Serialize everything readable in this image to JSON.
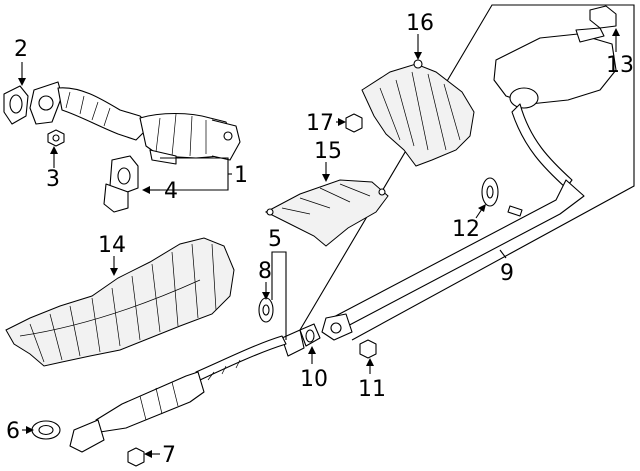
{
  "callouts": [
    {
      "id": "1",
      "label": "1",
      "part": "catalytic-converter-front"
    },
    {
      "id": "2",
      "label": "2",
      "part": "gasket-front"
    },
    {
      "id": "3",
      "label": "3",
      "part": "nut-front"
    },
    {
      "id": "4",
      "label": "4",
      "part": "bracket-hanger"
    },
    {
      "id": "5",
      "label": "5",
      "part": "clamp-joint"
    },
    {
      "id": "6",
      "label": "6",
      "part": "gasket-lower"
    },
    {
      "id": "7",
      "label": "7",
      "part": "nut-lower"
    },
    {
      "id": "8",
      "label": "8",
      "part": "rubber-hanger"
    },
    {
      "id": "9",
      "label": "9",
      "part": "muffler-tailpipe-assembly"
    },
    {
      "id": "10",
      "label": "10",
      "part": "gasket-center"
    },
    {
      "id": "11",
      "label": "11",
      "part": "nut-center"
    },
    {
      "id": "12",
      "label": "12",
      "part": "rubber-hanger-rear"
    },
    {
      "id": "13",
      "label": "13",
      "part": "muffler-bracket"
    },
    {
      "id": "14",
      "label": "14",
      "part": "heat-shield-front"
    },
    {
      "id": "15",
      "label": "15",
      "part": "heat-shield-center"
    },
    {
      "id": "16",
      "label": "16",
      "part": "heat-shield-rear"
    },
    {
      "id": "17",
      "label": "17",
      "part": "heat-shield-nut"
    }
  ],
  "colors": {
    "line": "#000000",
    "background": "#ffffff"
  }
}
